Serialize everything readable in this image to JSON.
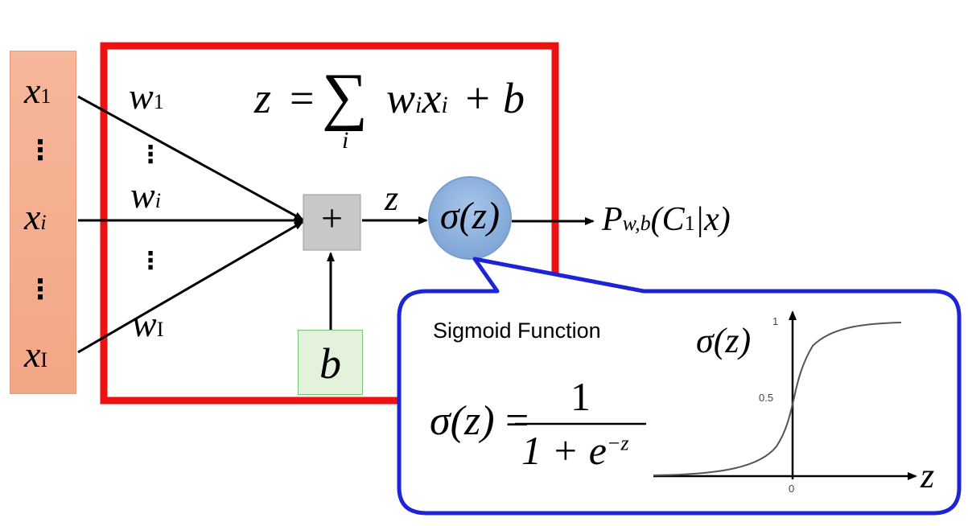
{
  "inputs": {
    "x1": {
      "base": "x",
      "sub": "1"
    },
    "dots_top": "⋮",
    "xi": {
      "base": "x",
      "sub": "i"
    },
    "dots_bottom": "⋮",
    "xI": {
      "base": "x",
      "sub": "I"
    }
  },
  "weights": {
    "w1": {
      "base": "w",
      "sub": "1"
    },
    "dots_top": "⋮",
    "wi": {
      "base": "w",
      "sub": "i"
    },
    "dots_bottom": "⋮",
    "wI": {
      "base": "w",
      "sub": "I"
    }
  },
  "formula": {
    "lhs": "z",
    "equals": "=",
    "sum": "∑",
    "sum_index": "i",
    "w": "w",
    "w_sub": "i",
    "x": "x",
    "x_sub": "i",
    "plus_b": "+ b"
  },
  "adder": {
    "symbol": "+"
  },
  "bias": {
    "label": "b"
  },
  "edge_z": "z",
  "activation": {
    "label": "σ(z)"
  },
  "output": {
    "label": "P",
    "sub": "w,b",
    "args": "(C",
    "args_sub": "1",
    "args_end": "|x)"
  },
  "callout": {
    "title": "Sigmoid Function",
    "formula_lhs": "σ(z)",
    "formula_eq": "=",
    "numerator": "1",
    "denominator": "1 + e",
    "exponent": "−z"
  },
  "sigmoid_plot": {
    "ylabel": "σ(z)",
    "tick_1": "1",
    "tick_05": "0.5",
    "tick_0": "0",
    "xlabel": "z"
  },
  "colors": {
    "input_fill": "#f5b08f",
    "input_border": "#e89a7a",
    "neuron_box": "#ee1111",
    "adder_fill": "#c8c8c8",
    "bias_fill": "#e4f2dd",
    "bias_border": "#79c276",
    "sigmoid_fill": "#8fb3de",
    "callout_border": "#1d24d6"
  }
}
